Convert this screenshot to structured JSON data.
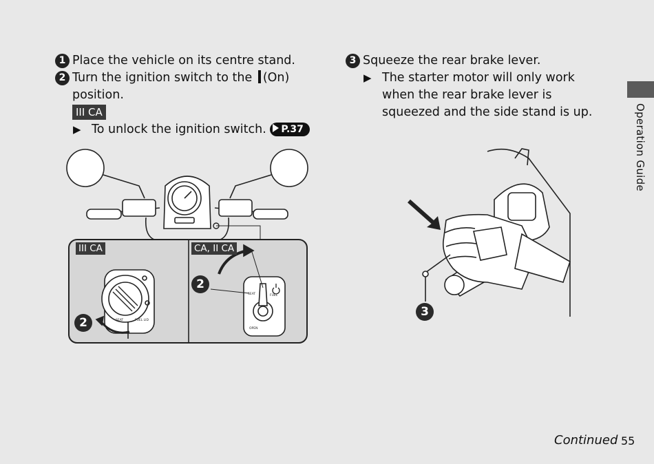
{
  "steps_left": [
    {
      "num": "1",
      "text": "Place the vehicle on its centre stand."
    },
    {
      "num": "2",
      "text_before": "Turn the ignition switch to the",
      "text_after": "(On)",
      "text_line2": "position."
    }
  ],
  "region_badge": "III CA",
  "note_left": {
    "text": "To unlock the ignition switch.",
    "page_ref": "P.37"
  },
  "step_right": {
    "num": "3",
    "text": "Squeeze the rear brake lever.",
    "note": "The starter motor will only work when the rear brake lever is squeezed and the side stand is up."
  },
  "figure_left": {
    "panel1_label": "III CA",
    "panel2_label": "CA, II CA",
    "callout1": "2",
    "callout2": "2",
    "key_labels": {
      "seat": "SEAT",
      "fuel": "FUEL",
      "fuel_lid": "FUEL LID",
      "open": "OPEN"
    }
  },
  "figure_right": {
    "callout": "3"
  },
  "side_tab_label": "Operation Guide",
  "footer": {
    "continued": "Continued",
    "page_number": "55"
  }
}
